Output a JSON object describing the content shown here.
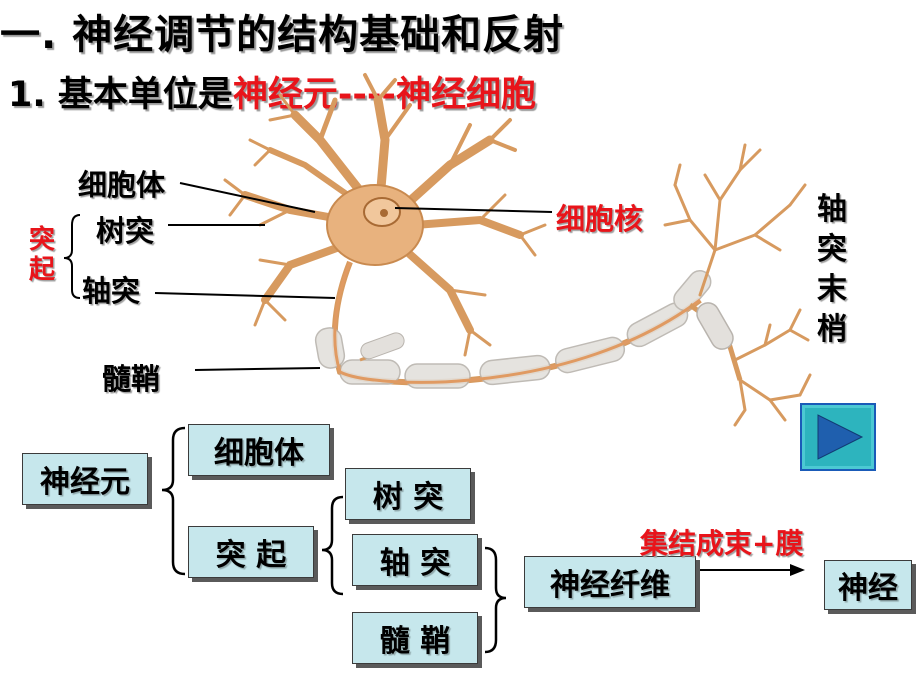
{
  "title": "一. 神经调节的结构基础和反射",
  "subtitle": {
    "prefix": "1. 基本单位是",
    "highlight": "神经元----神经细胞"
  },
  "diagram_labels": {
    "cell_body": "细胞体",
    "dendrite": "树突",
    "axon": "轴突",
    "nucleus": "细胞核",
    "myelin": "髓鞘",
    "process_group": "突起",
    "axon_terminal": "轴突末梢"
  },
  "tree": {
    "neuron": "神经元",
    "cell_body": "细胞体",
    "processes": "突  起",
    "dendrite": "树  突",
    "axon": "轴  突",
    "myelin": "髓  鞘",
    "nerve_fiber": "神经纤维",
    "arrow_label": "集结成束+膜",
    "nerve": "神经"
  },
  "colors": {
    "highlight": "#e8141a",
    "box_fill": "#c6e7ec",
    "play_button": "#2db4be"
  },
  "icons": {
    "play": "play-triangle-icon"
  }
}
